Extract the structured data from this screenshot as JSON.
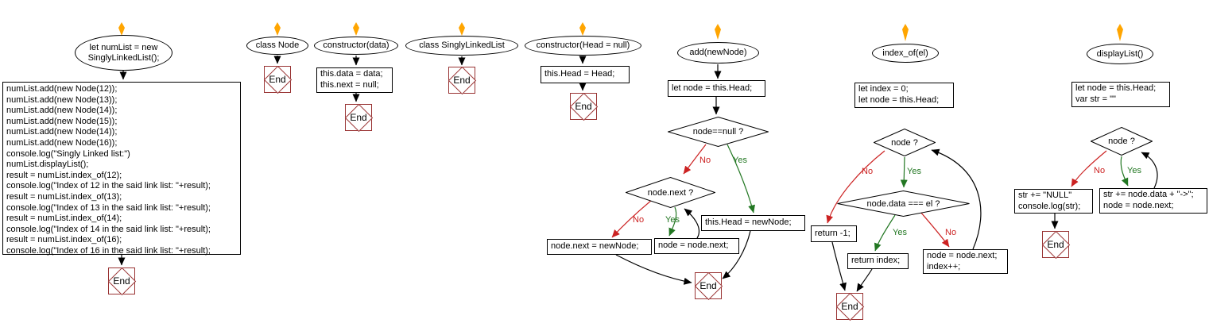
{
  "colors": {
    "arrow_start": "#FFA500",
    "edge_no": "#CC2222",
    "edge_yes": "#227722",
    "end_border": "#993333",
    "edge_black": "#000000"
  },
  "edge_labels": {
    "yes": "Yes",
    "no": "No"
  },
  "end_label": "End",
  "flowcharts": {
    "main": {
      "start_lines": [
        "let numList = new",
        "SinglyLinkedList();"
      ],
      "code_lines": [
        "numList.add(new Node(12));",
        "numList.add(new Node(13));",
        "numList.add(new Node(14));",
        "numList.add(new Node(15));",
        "numList.add(new Node(14));",
        "numList.add(new Node(16));",
        "console.log(\"Singly Linked list:\")",
        "numList.displayList();",
        "result = numList.index_of(12);",
        "console.log(\"Index of 12 in the said link list: \"+result);",
        "result = numList.index_of(13);",
        "console.log(\"Index of 13 in the said link list: \"+result);",
        "result = numList.index_of(14);",
        "console.log(\"Index of 14 in the said link list: \"+result);",
        "result = numList.index_of(16);",
        "console.log(\"Index of 16 in the said link list: \"+result);"
      ]
    },
    "class_node": {
      "title": "class Node"
    },
    "constructor_data": {
      "title": "constructor(data)",
      "body_lines": [
        "this.data = data;",
        "this.next = null;"
      ]
    },
    "class_singly_linked_list": {
      "title": "class SinglyLinkedList"
    },
    "constructor_head": {
      "title": "constructor(Head = null)",
      "body": "this.Head = Head;"
    },
    "add": {
      "title": "add(newNode)",
      "init": "let node = this.Head;",
      "cond_null": "node==null ?",
      "cond_next": "node.next ?",
      "set_next": "node.next = newNode;",
      "advance": "node = node.next;",
      "set_head": "this.Head = newNode;"
    },
    "index_of": {
      "title": "index_of(el)",
      "init_lines": [
        "let index = 0;",
        "let node = this.Head;"
      ],
      "cond_node": "node ?",
      "cond_match": "node.data === el ?",
      "return_not_found": "return -1;",
      "return_index": "return index;",
      "advance_lines": [
        "node = node.next;",
        "index++;"
      ]
    },
    "display_list": {
      "title": "displayList()",
      "init_lines": [
        "let node = this.Head;",
        "var str = \"\""
      ],
      "cond_node": "node ?",
      "finish_lines": [
        "str += \"NULL\"",
        "console.log(str);"
      ],
      "append_lines": [
        "str += node.data + \"->\";",
        "node = node.next;"
      ]
    }
  }
}
